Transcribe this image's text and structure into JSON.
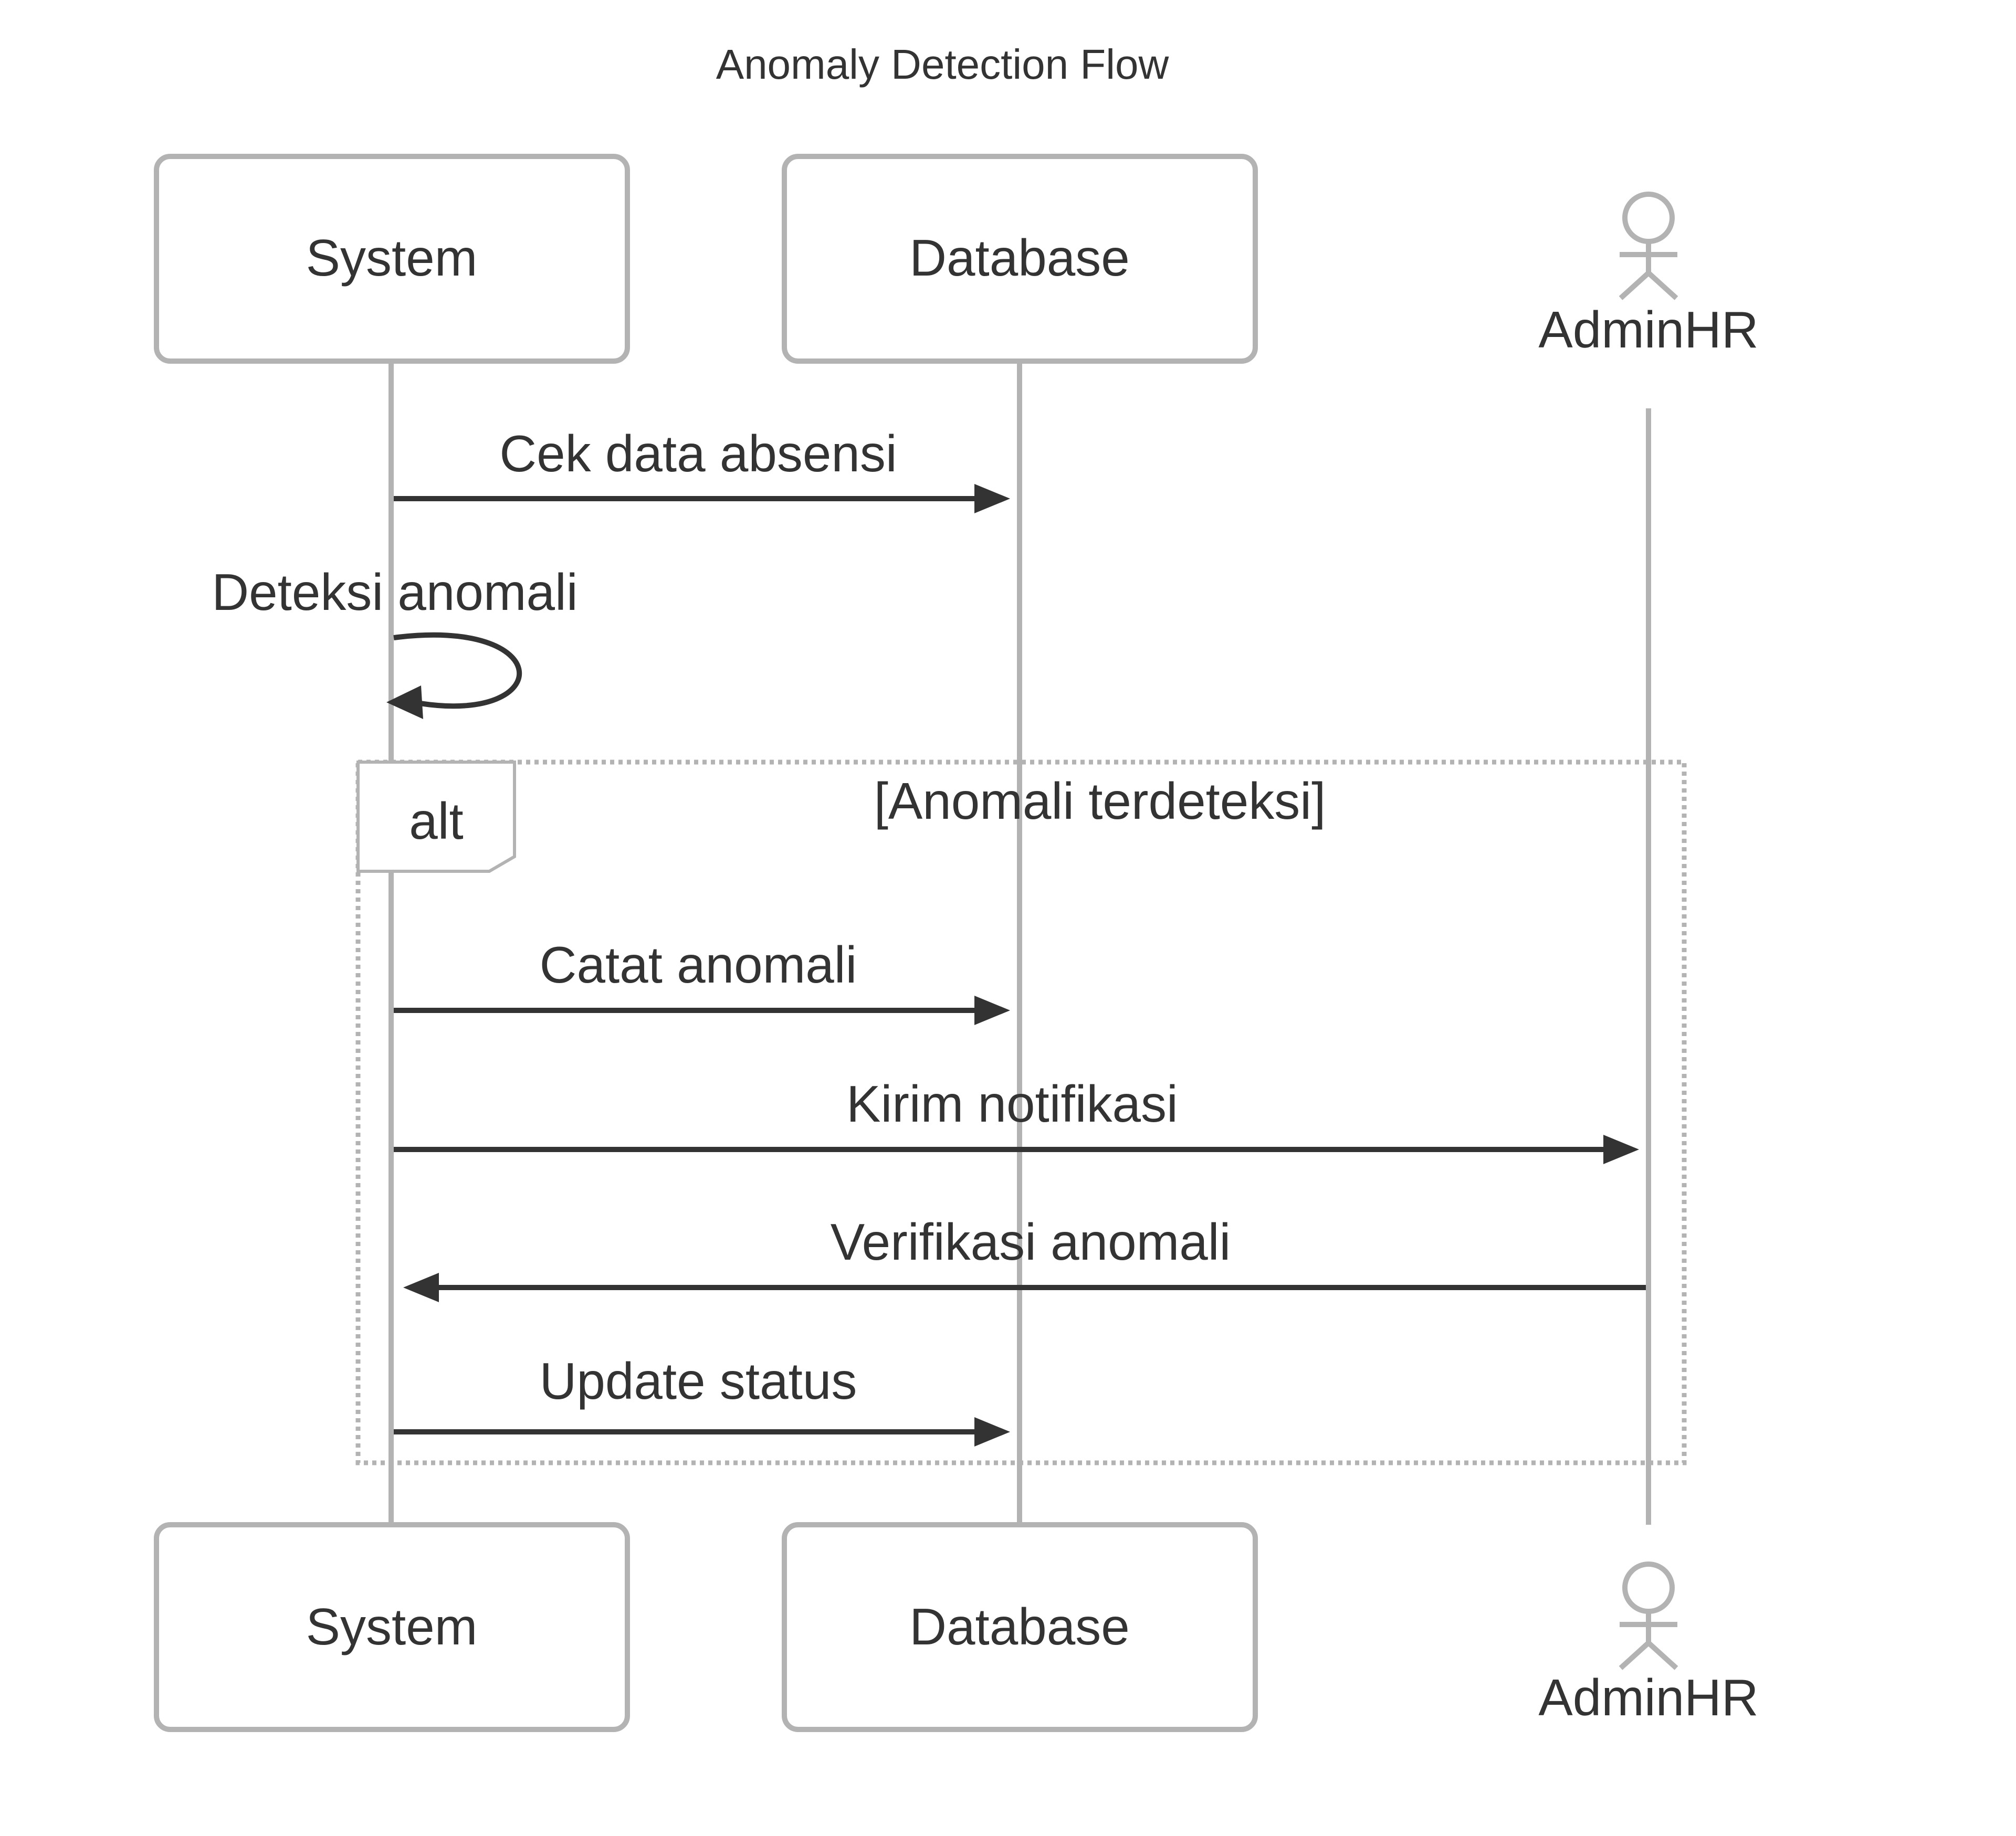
{
  "title": "Anomaly Detection Flow",
  "participants": [
    {
      "name": "System",
      "kind": "box"
    },
    {
      "name": "Database",
      "kind": "box"
    },
    {
      "name": "AdminHR",
      "kind": "actor"
    }
  ],
  "messages": [
    {
      "from": "System",
      "to": "Database",
      "text": "Cek data absensi"
    },
    {
      "from": "System",
      "to": "System",
      "text": "Deteksi anomali"
    },
    {
      "from": "System",
      "to": "Database",
      "text": "Catat anomali"
    },
    {
      "from": "System",
      "to": "AdminHR",
      "text": "Kirim notifikasi"
    },
    {
      "from": "AdminHR",
      "to": "System",
      "text": "Verifikasi anomali"
    },
    {
      "from": "System",
      "to": "Database",
      "text": "Update status"
    }
  ],
  "fragment": {
    "type": "alt",
    "condition": "[Anomali terdeteksi]"
  },
  "colors": {
    "line": "#b3b3b3",
    "arrow": "#333333",
    "text": "#333333",
    "background": "#ffffff"
  }
}
